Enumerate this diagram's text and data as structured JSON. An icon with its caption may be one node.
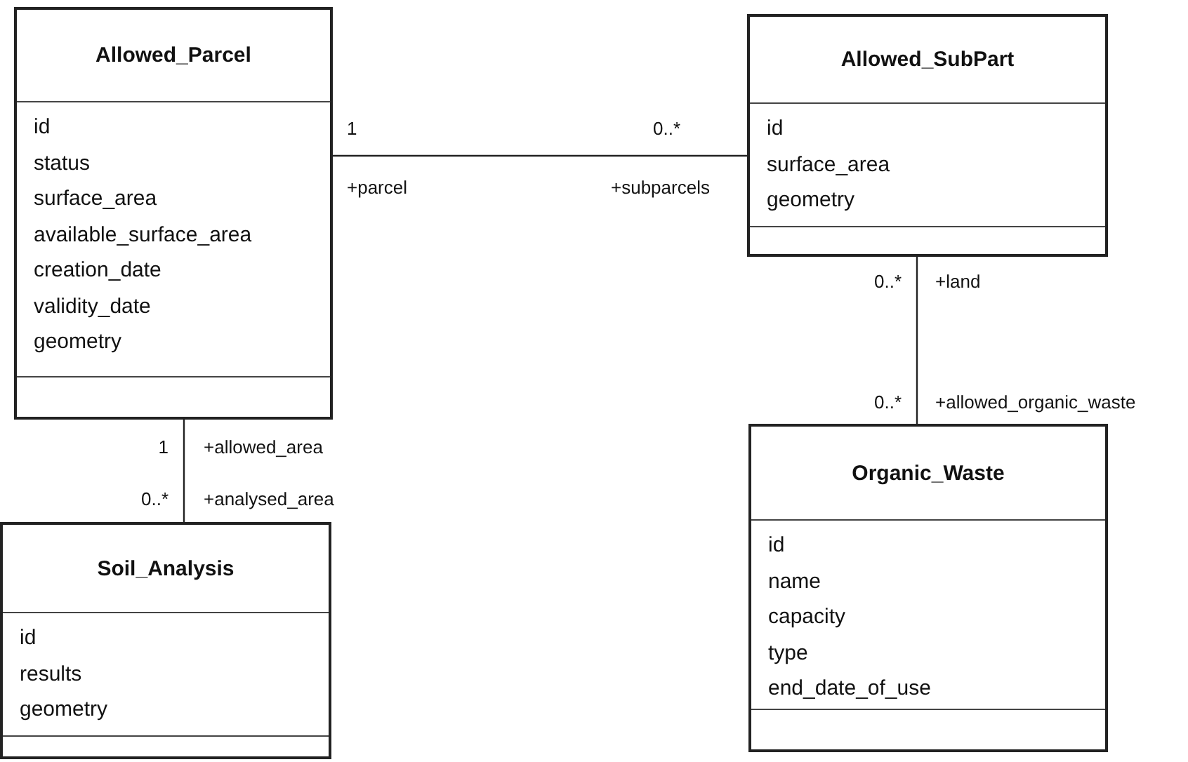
{
  "diagram": {
    "nodes": [
      {
        "text": [
          "Allowed_Parcel",
          "id",
          "status",
          "surface_area",
          "available_surface_area",
          "creation_date",
          "validity_date",
          "geometry"
        ]
      },
      {
        "text": [
          "Allowed_SubPart",
          "id",
          "surface_area",
          "geometry"
        ]
      },
      {
        "text": [
          "Organic_Waste",
          "id",
          "name",
          "capacity",
          "type",
          "end_date_of_use"
        ]
      },
      {
        "text": [
          "Soil_Analysis",
          "id",
          "results",
          "geometry"
        ]
      }
    ],
    "edges": [
      {
        "from": 0,
        "to": 1,
        "arrow": "none"
      },
      {
        "from": 1,
        "to": 2,
        "arrow": "none"
      },
      {
        "from": 0,
        "to": 3,
        "arrow": "none"
      }
    ],
    "labels": [
      "1",
      "0..*",
      "+parcel",
      "+subparcels",
      "0..*",
      "+land",
      "0..*",
      "+allowed_organic_waste",
      "1",
      "+allowed_area",
      "0..*",
      "+analysed_area"
    ]
  }
}
